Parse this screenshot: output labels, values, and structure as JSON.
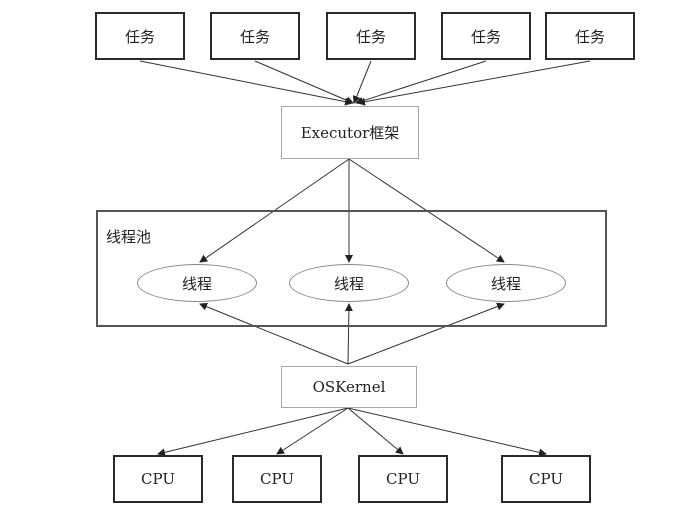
{
  "tasks": [
    "任务",
    "任务",
    "任务",
    "任务",
    "任务"
  ],
  "executor": "Executor框架",
  "pool": {
    "label": "线程池",
    "threads": [
      "线程",
      "线程",
      "线程"
    ]
  },
  "kernel": "OSKernel",
  "cpus": [
    "CPU",
    "CPU",
    "CPU",
    "CPU"
  ]
}
